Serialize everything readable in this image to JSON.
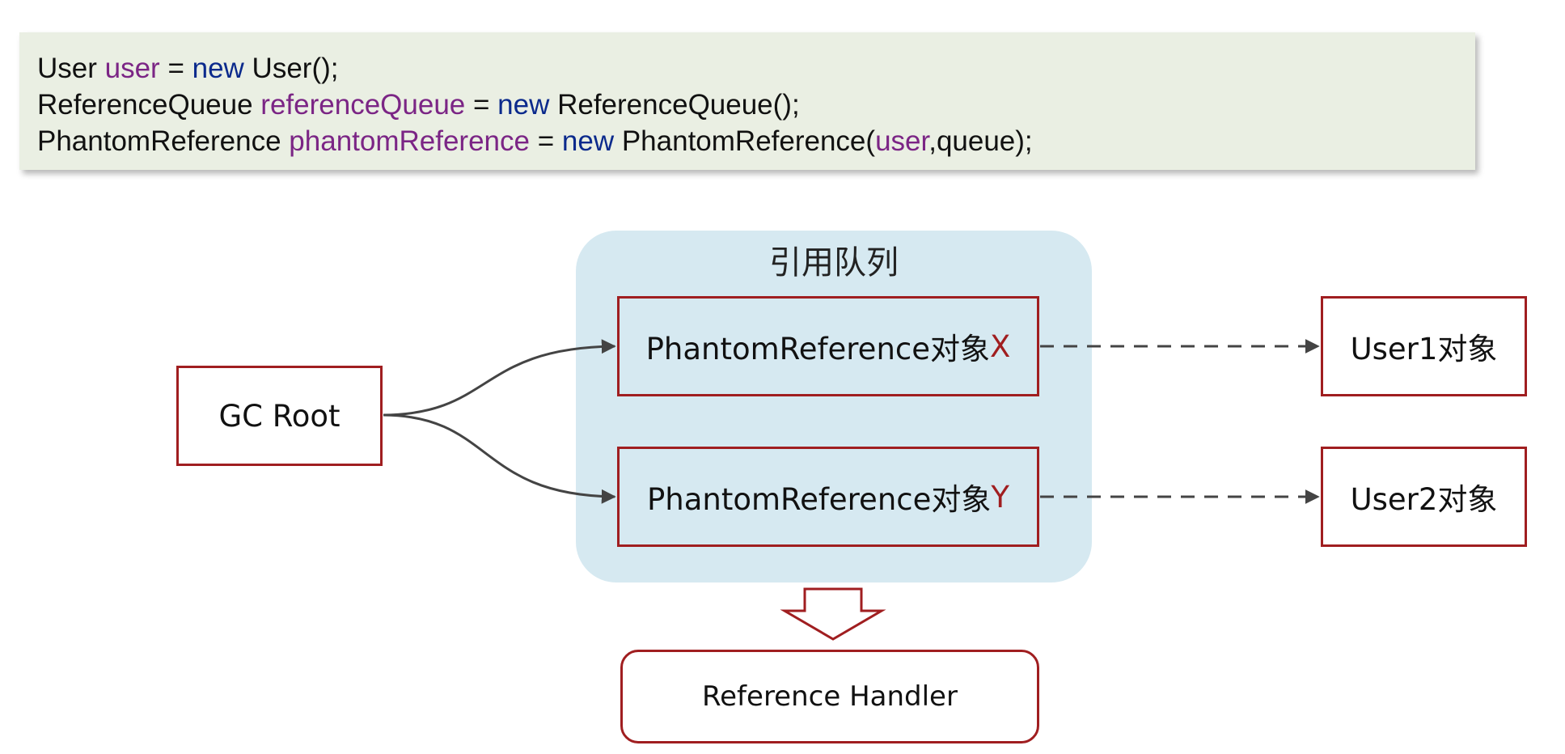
{
  "code": {
    "line1": {
      "t1": "User ",
      "v1": "user",
      "t2": " = ",
      "k1": "new",
      "t3": " User();"
    },
    "line2": {
      "t1": "ReferenceQueue ",
      "v1": "referenceQueue",
      "t2": " = ",
      "k1": "new",
      "t3": " ReferenceQueue();"
    },
    "line3": {
      "t1": "PhantomReference ",
      "v1": "phantomReference",
      "t2": " = ",
      "k1": "new",
      "t3": " PhantomReference(",
      "v2": "user",
      "t4": ",queue);"
    }
  },
  "diagram": {
    "queue_label": "引用队列",
    "gc_root": "GC Root",
    "phantom_x": {
      "label": "PhantomReference对象",
      "suffix": "X"
    },
    "phantom_y": {
      "label": "PhantomReference对象",
      "suffix": "Y"
    },
    "user1": "User1对象",
    "user2": "User2对象",
    "handler": "Reference Handler"
  },
  "colors": {
    "code_bg": "#eaefe3",
    "keyword": "#0b2a8c",
    "variable": "#7b2585",
    "box_border": "#a01e20",
    "queue_bg": "#d6e9f1",
    "arrow": "#444444"
  }
}
